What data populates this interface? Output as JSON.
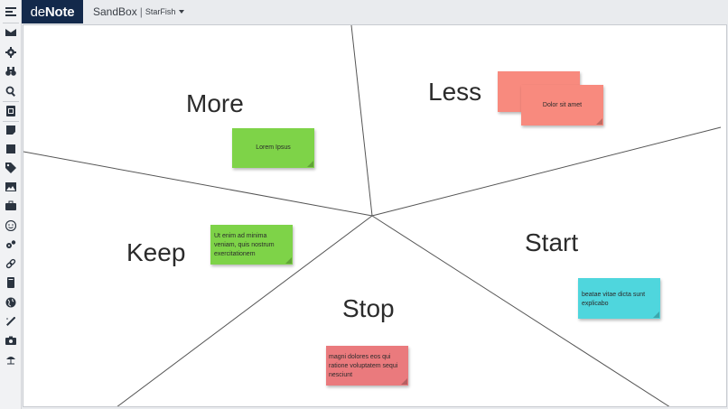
{
  "app": {
    "brand_de": "de",
    "brand_note": "Note"
  },
  "breadcrumb": {
    "board": "SandBox",
    "separator": "|",
    "template": "StarFish"
  },
  "toolbar": [
    "menu-icon",
    "envelope-icon",
    "gear-icon",
    "binoculars-icon",
    "search-icon",
    "note-box-icon",
    "sticky-note-icon",
    "square-icon",
    "tag-icon",
    "image-icon",
    "briefcase-icon",
    "smiley-icon",
    "cogs-icon",
    "link-icon",
    "book-icon",
    "globe-icon",
    "magic-wand-icon",
    "camera-icon",
    "beach-umbrella-icon"
  ],
  "sections": {
    "more": "More",
    "less": "Less",
    "keep": "Keep",
    "start": "Start",
    "stop": "Stop"
  },
  "notes": [
    {
      "text": "Lorem Ipsus",
      "color": "#7ed348"
    },
    {
      "text": "Ut enim ad minima veniam, quis nostrum exercitationem",
      "color": "#7ed348"
    },
    {
      "text": "Dolor sit amet",
      "color": "#f88a7e"
    },
    {
      "text": "",
      "color": "#f88a7e"
    },
    {
      "text": "beatae vitae dicta sunt explicabo",
      "color": "#4fd6dd"
    },
    {
      "text": "magni dolores eos qui ratione voluptatem sequi nesciunt",
      "color": "#ea7a7d"
    }
  ],
  "colors": {
    "brand": "#13294b",
    "board": "#ffffff",
    "lines": "#555555"
  }
}
